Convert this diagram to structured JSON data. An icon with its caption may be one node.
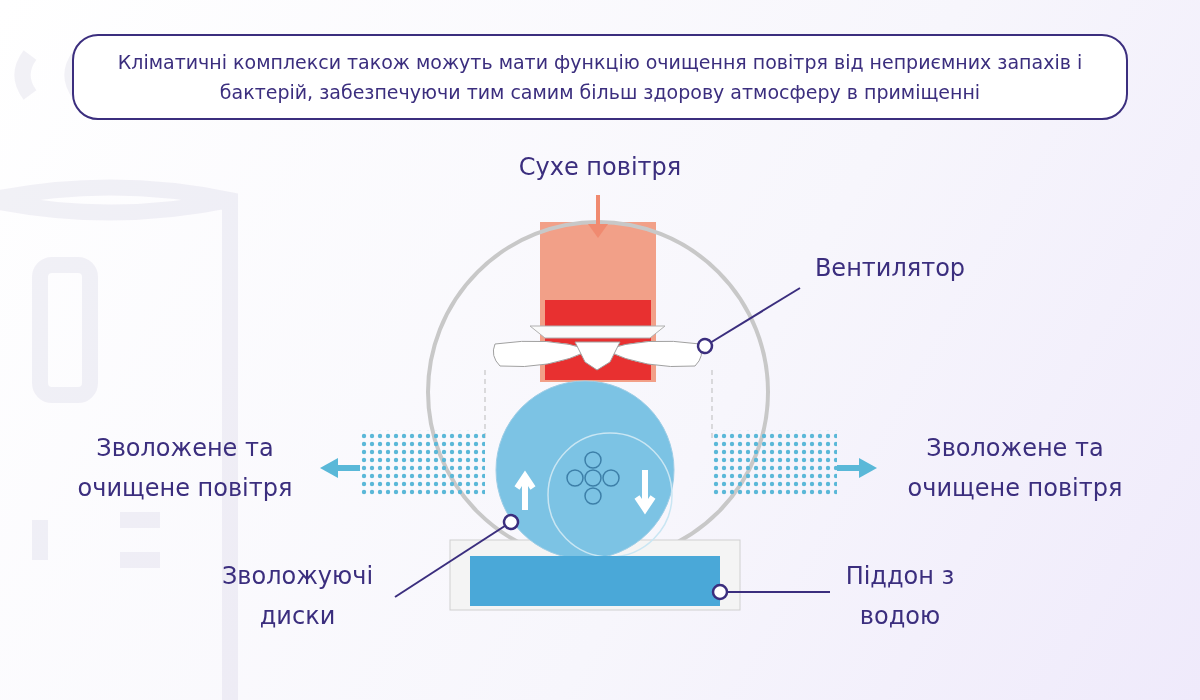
{
  "diagram": {
    "nodes": [
      {
        "text": [
          "Кліматичні комплекси також можуть мати функцію очищення повітря від неприємних запахів і бактерій, забезпечуючи тим самим більш здорову атмосферу в приміщенні"
        ]
      },
      {
        "text": [
          "Вентилятор"
        ]
      },
      {
        "text": [],
        "shape": "picture"
      },
      {
        "text": [
          "Зволожуючі диски"
        ]
      },
      {
        "text": [],
        "shape": "picture"
      },
      {
        "text": [
          "Піддон з водою"
        ]
      },
      {
        "text": [],
        "shape": "picture"
      }
    ],
    "edges": [
      {
        "from": 1,
        "to": 2,
        "arrow": "other"
      },
      {
        "from": 3,
        "to": 4,
        "arrow": "other"
      },
      {
        "from": 5,
        "to": 6,
        "arrow": "other"
      }
    ],
    "labels": [
      "Сухе повітря",
      "Зволожене та очищене повітря",
      "Зволожене та очищене повітря"
    ]
  }
}
